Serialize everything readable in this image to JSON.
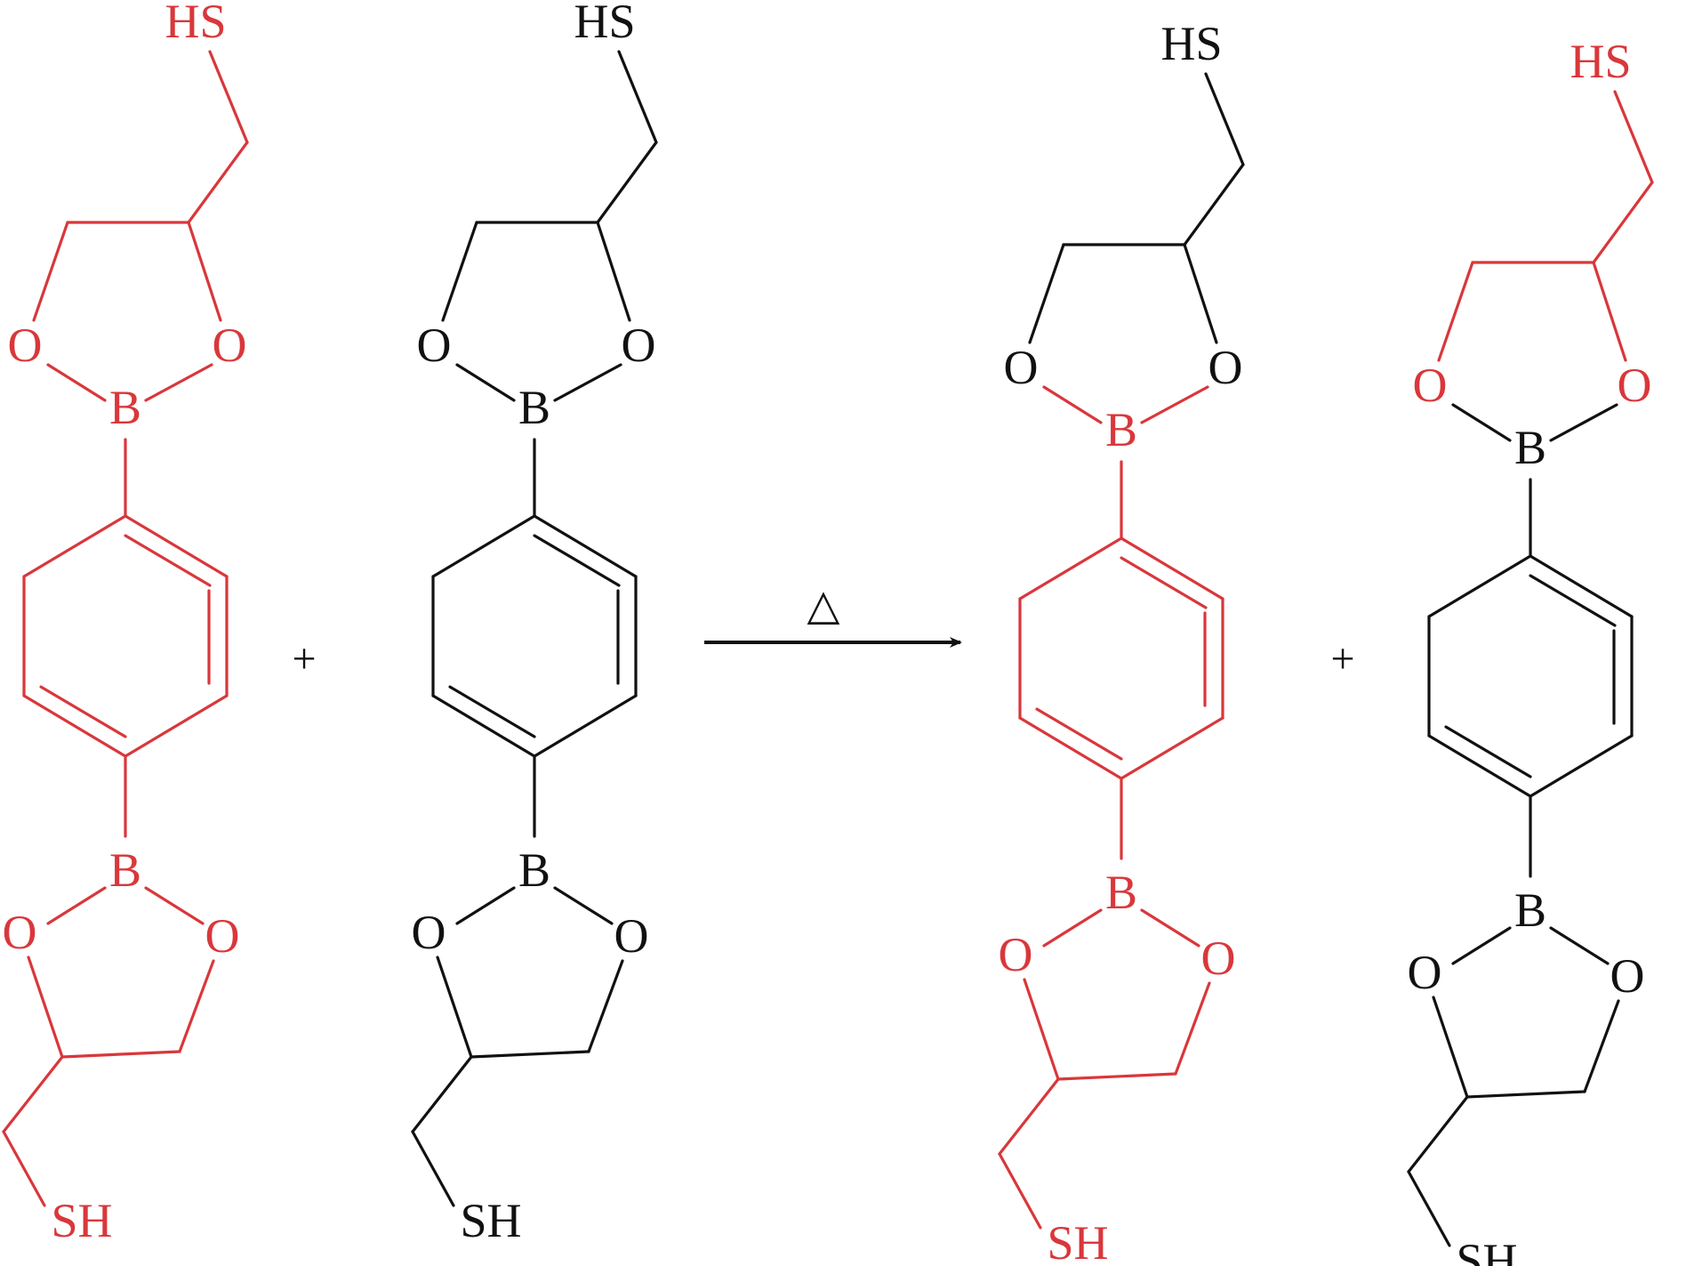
{
  "colors": {
    "red": "#d9373b",
    "black": "#111111"
  },
  "operators": {
    "plus": "+",
    "heat": "△"
  },
  "molecules": [
    {
      "id": "reactant-1",
      "labels": {
        "top_thiol": "HS",
        "top_o_left": "O",
        "top_o_right": "O",
        "top_boron": "B",
        "bottom_boron": "B",
        "bottom_o_left": "O",
        "bottom_o_right": "O",
        "bottom_thiol": "SH"
      }
    },
    {
      "id": "reactant-2",
      "labels": {
        "top_thiol": "HS",
        "top_o_left": "O",
        "top_o_right": "O",
        "top_boron": "B",
        "bottom_boron": "B",
        "bottom_o_left": "O",
        "bottom_o_right": "O",
        "bottom_thiol": "SH"
      }
    },
    {
      "id": "product-1",
      "labels": {
        "top_thiol": "HS",
        "top_o_left": "O",
        "top_o_right": "O",
        "top_boron": "B",
        "bottom_boron": "B",
        "bottom_o_left": "O",
        "bottom_o_right": "O",
        "bottom_thiol": "SH"
      }
    },
    {
      "id": "product-2",
      "labels": {
        "top_thiol": "HS",
        "top_o_left": "O",
        "top_o_right": "O",
        "top_boron": "B",
        "bottom_boron": "B",
        "bottom_o_left": "O",
        "bottom_o_right": "O",
        "bottom_thiol": "SH"
      }
    }
  ]
}
